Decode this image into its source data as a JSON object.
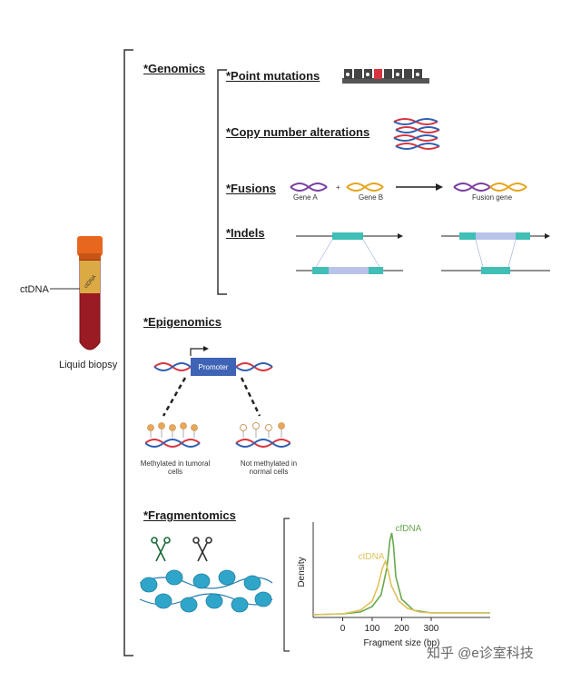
{
  "blood_tube": {
    "ctdna_label": "ctDNA",
    "tube_label": "Liquid biopsy",
    "sticker_text": "ctDNA"
  },
  "sections": {
    "genomics": {
      "title": "*Genomics",
      "point_mutations": "*Point mutations",
      "copy_number": "*Copy number alterations",
      "fusions": "*Fusions",
      "gene_a": "Gene A",
      "gene_b": "Gene B",
      "fusion_gene": "Fusion gene",
      "indels": "*Indels"
    },
    "epigenomics": {
      "title": "*Epigenomics",
      "promoter": "Promoter",
      "methylated": "Methylated in tumoral cells",
      "not_methylated": "Not methylated in normal cells"
    },
    "fragmentomics": {
      "title": "*Fragmentomics"
    }
  },
  "watermark": "知乎 @e诊室科技",
  "colors": {
    "dna_red": "#d8343f",
    "dna_blue": "#2f5fb0",
    "dna_purple": "#7a3fa0",
    "dna_yellow": "#e5a51d",
    "teal": "#3fbfb5",
    "tube_red": "#9b1b24",
    "cap_orange": "#e8671f",
    "cfdna_green": "#6aa84f",
    "ctdna_yellow": "#e0c25a",
    "promoter_blue": "#3f63b5"
  },
  "chart_data": {
    "type": "line",
    "xlabel": "Fragment size (bp)",
    "ylabel": "Density",
    "xticks": [
      0,
      100,
      200,
      300
    ],
    "xlim": [
      -100,
      500
    ],
    "ylim": [
      0,
      1
    ],
    "series": [
      {
        "name": "cfDNA",
        "color": "#6aa84f",
        "x": [
          -100,
          0,
          60,
          100,
          130,
          150,
          160,
          166,
          172,
          180,
          200,
          240,
          300,
          400,
          500
        ],
        "y": [
          0.03,
          0.04,
          0.06,
          0.12,
          0.25,
          0.55,
          0.85,
          0.93,
          0.8,
          0.45,
          0.2,
          0.08,
          0.05,
          0.05,
          0.05
        ]
      },
      {
        "name": "ctDNA",
        "color": "#e0c25a",
        "x": [
          -100,
          0,
          60,
          100,
          120,
          135,
          145,
          155,
          165,
          190,
          220,
          260,
          300,
          400,
          500
        ],
        "y": [
          0.03,
          0.04,
          0.08,
          0.18,
          0.35,
          0.55,
          0.62,
          0.5,
          0.35,
          0.18,
          0.1,
          0.06,
          0.05,
          0.05,
          0.05
        ]
      }
    ]
  }
}
